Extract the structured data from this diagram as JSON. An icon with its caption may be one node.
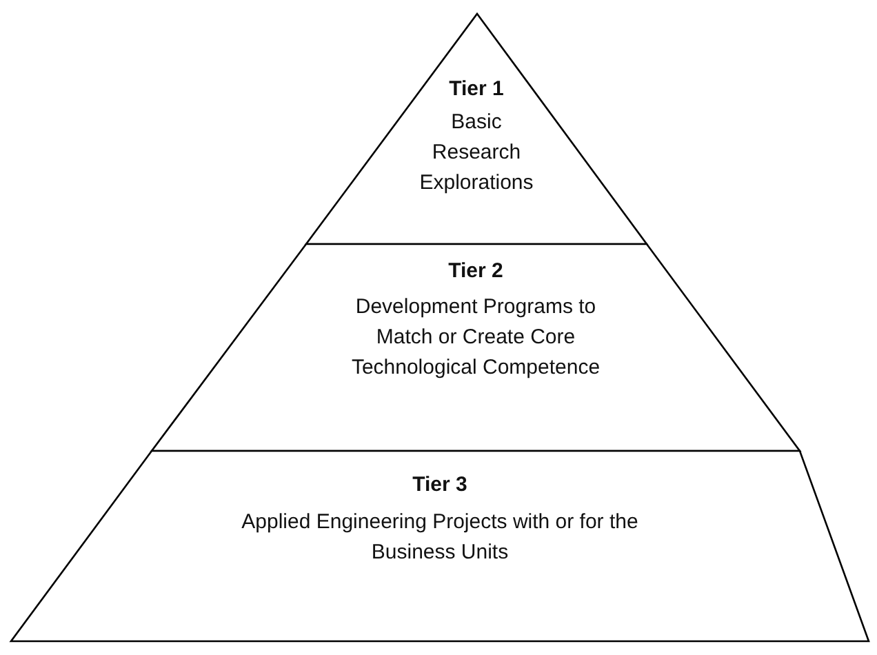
{
  "diagram": {
    "nodes": [
      {
        "text": [
          "Tier 1",
          "Basic Research Explorations"
        ]
      },
      {
        "text": [
          "Tier 2",
          "Development Programs to Match or Create Core Technological Competence"
        ]
      },
      {
        "text": [
          "Tier 3",
          "Applied Engineering Projects with or for the Business Units"
        ]
      }
    ]
  }
}
